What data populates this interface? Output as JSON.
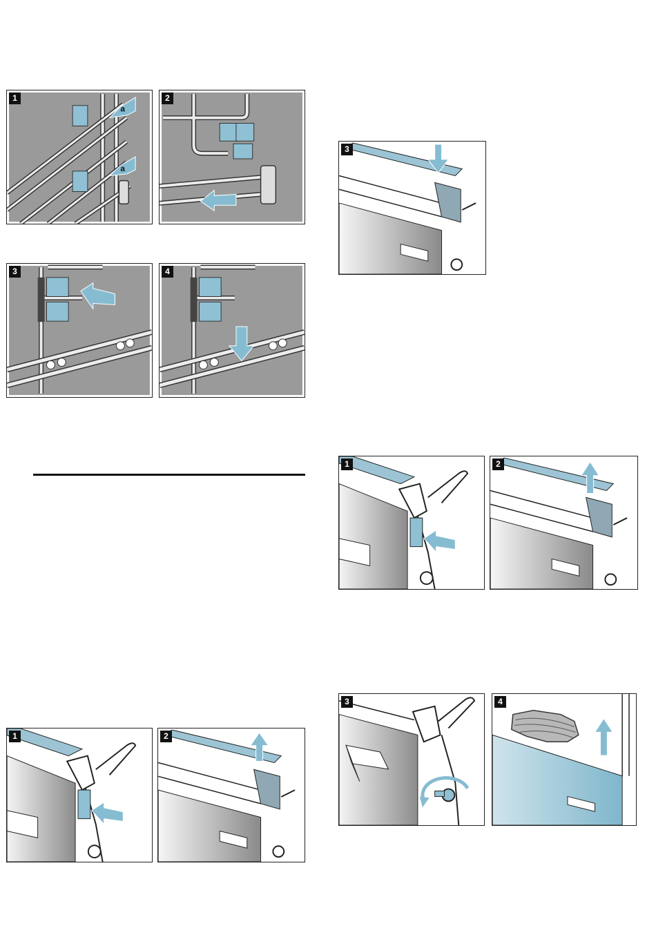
{
  "groups": {
    "rail_removal": {
      "steps": [
        "1",
        "2",
        "3",
        "4"
      ]
    },
    "rail_detail": {
      "steps": [
        "3"
      ]
    },
    "door_panel_left": {
      "steps": [
        "1",
        "2"
      ]
    },
    "door_panel_right": {
      "steps": [
        "1",
        "2",
        "3",
        "4"
      ]
    }
  },
  "callouts": {
    "a": "a"
  },
  "colors": {
    "accent": "#7fb6cc",
    "panel_grey": "#9a9a9a",
    "outline": "#222222"
  }
}
